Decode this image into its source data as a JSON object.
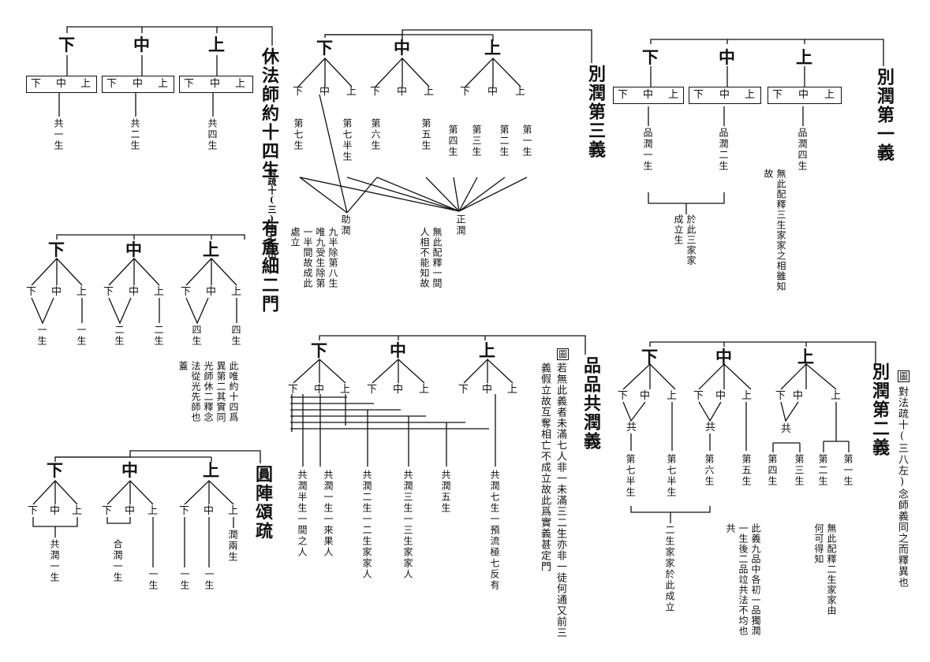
{
  "sections": {
    "wu_fa_shi": {
      "title": "休法師約十四生",
      "note_small": "對疏十(三)十七左出",
      "title_tail": "有麁細二門",
      "top": [
        "下",
        "中",
        "上"
      ],
      "box": [
        "下",
        "中",
        "上"
      ],
      "results": [
        "共一生",
        "共二生",
        "共四生"
      ]
    },
    "bie_run_3": {
      "title": "別潤第三義",
      "top": [
        "下",
        "中",
        "上"
      ],
      "sub": [
        "下",
        "中",
        "上"
      ],
      "stages": [
        "第七生",
        "第七半生",
        "第六生",
        "第五生",
        "第四生",
        "第三生",
        "第二生",
        "第一生"
      ],
      "note_zhu": "助潤",
      "note_zhu_body": "九半除第八生唯九受生除第一半間故成此處立",
      "note_zheng": "正潤",
      "note_zheng_body": "無此配釋一間人相不能知故"
    },
    "bie_run_1": {
      "title": "別潤第一義",
      "top": [
        "下",
        "中",
        "上"
      ],
      "box": [
        "下",
        "中",
        "上"
      ],
      "results": [
        "品潤一生",
        "品潤二生",
        "品潤四生"
      ],
      "join": "於此三家家成立生",
      "note": "無此配釋三生家家之相雖知故"
    },
    "left_mid": {
      "top": [
        "下",
        "中",
        "上"
      ],
      "sub": [
        "下",
        "中",
        "上"
      ],
      "results": [
        "一生",
        "一生",
        "二生",
        "二生",
        "四生",
        "四生"
      ],
      "note": "此唯約十四爲異第二其實同光師休二釋念法從光先師也蓋"
    },
    "yuan_zhen": {
      "title": "圓陣頌疏",
      "top": [
        "下",
        "中",
        "上"
      ],
      "sub": [
        "下",
        "中",
        "上"
      ],
      "results": [
        "共潤一生",
        "合潤一生",
        "一生",
        "一生",
        "一生",
        "潤兩生"
      ]
    },
    "pin_pin": {
      "title": "品品共潤義",
      "top": [
        "下",
        "中",
        "上"
      ],
      "sub": [
        "下",
        "中",
        "上"
      ],
      "results": [
        "共潤半生一間之人",
        "共潤一生一來果人",
        "共潤二生一二生家家人",
        "共潤三生一三生家家人",
        "共潤五生",
        "共潤七生一預流極七反有"
      ],
      "note_badge": "圖",
      "note": "若無此義者未滿七人非一未滿三二生亦非一徒何通又前三義假立故互奪相亡不成立故此爲實義甚定門"
    },
    "bie_run_2": {
      "title": "別潤第二義",
      "top": [
        "下",
        "中",
        "上"
      ],
      "sub": [
        "下",
        "中",
        "上"
      ],
      "gong": "共",
      "stages": [
        "第七半生",
        "第七半生",
        "第六生",
        "第五生",
        "第四生",
        "第三生",
        "第二生",
        "第一生"
      ],
      "join": "二生家家於此成立",
      "note_a": "此義九品中各初一品獨潤一生後二品竝共法不均也共",
      "note_b": "無此配釋二生家家由何可得知",
      "side_badge": "圖",
      "side": "對法疏十(三八左)念師義同之而釋異也"
    }
  }
}
